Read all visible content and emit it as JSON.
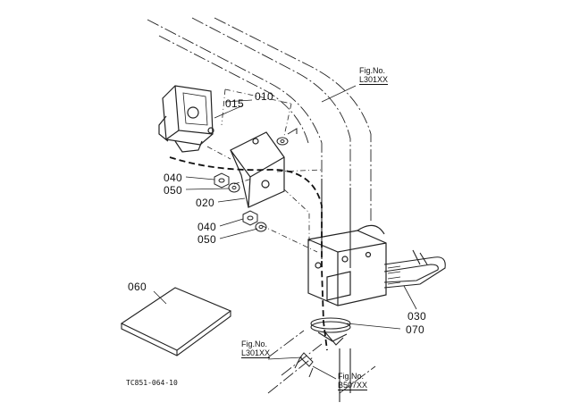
{
  "parts": [
    {
      "id": "p010",
      "label": "010"
    },
    {
      "id": "p015",
      "label": "015"
    },
    {
      "id": "p040a",
      "label": "040"
    },
    {
      "id": "p050a",
      "label": "050"
    },
    {
      "id": "p020",
      "label": "020"
    },
    {
      "id": "p040b",
      "label": "040"
    },
    {
      "id": "p050b",
      "label": "050"
    },
    {
      "id": "p060",
      "label": "060"
    },
    {
      "id": "p030",
      "label": "030"
    },
    {
      "id": "p070",
      "label": "070"
    }
  ],
  "fig_refs": [
    {
      "caption": "Fig.No.",
      "ref": "L301XX"
    },
    {
      "caption": "Fig.No.",
      "ref": "L301XX"
    },
    {
      "caption": "Fig.No.",
      "ref": "B507XX"
    }
  ],
  "drawing_code": "TC851-064-10"
}
